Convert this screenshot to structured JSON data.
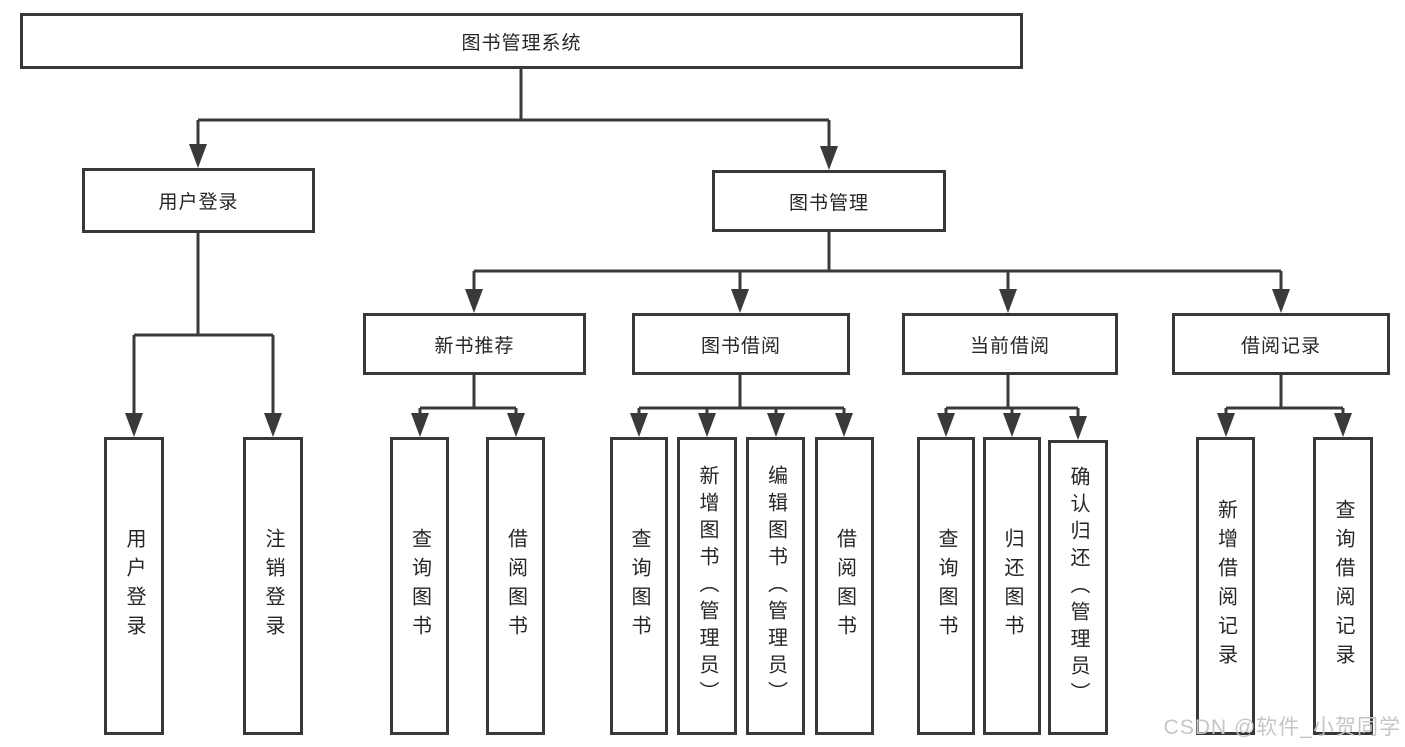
{
  "watermark": "CSDN @软件_小贺同学",
  "colors": {
    "line": "#3a3a3a",
    "box_border": "#383838",
    "box_background": "#ffffff",
    "text": "#262626",
    "watermark": "#c6c6c6"
  },
  "diagram": {
    "type": "hierarchy-tree",
    "root": {
      "label": "图书管理系统"
    },
    "branches": [
      {
        "label": "用户登录",
        "children": [
          {
            "label": "用户登录"
          },
          {
            "label": "注销登录"
          }
        ]
      },
      {
        "label": "图书管理",
        "children": [
          {
            "label": "新书推荐",
            "children": [
              {
                "label": "查询图书"
              },
              {
                "label": "借阅图书"
              }
            ]
          },
          {
            "label": "图书借阅",
            "children": [
              {
                "label": "查询图书"
              },
              {
                "label": "新增图书（管理员）"
              },
              {
                "label": "编辑图书（管理员）"
              },
              {
                "label": "借阅图书"
              }
            ]
          },
          {
            "label": "当前借阅",
            "children": [
              {
                "label": "查询图书"
              },
              {
                "label": "归还图书"
              },
              {
                "label": "确认归还（管理员）"
              }
            ]
          },
          {
            "label": "借阅记录",
            "children": [
              {
                "label": "新增借阅记录"
              },
              {
                "label": "查询借阅记录"
              }
            ]
          }
        ]
      }
    ]
  }
}
